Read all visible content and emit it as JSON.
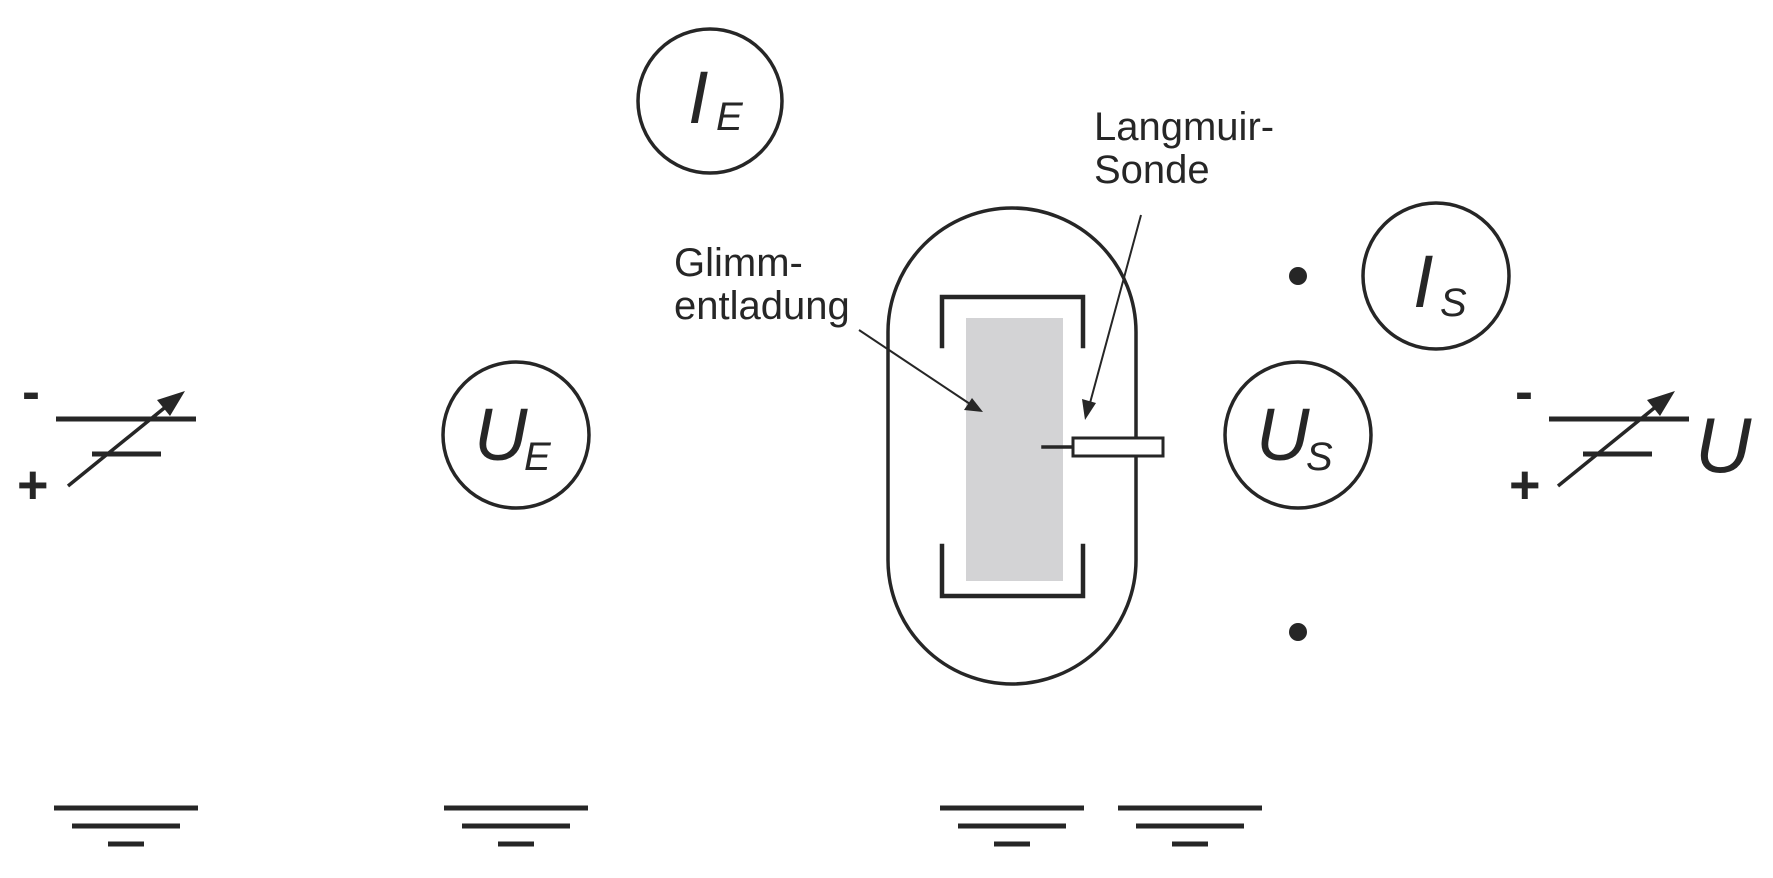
{
  "colors": {
    "line": "#262626",
    "plasma": "#d3d3d5",
    "background": "#ffffff"
  },
  "labels": {
    "probe_line1": "Langmuir-",
    "probe_line2": "Sonde",
    "discharge_line1": "Glimm-",
    "discharge_line2": "entladung"
  },
  "meters": {
    "discharge_current": {
      "main": "I",
      "sub": "E"
    },
    "discharge_voltage": {
      "main": "U",
      "sub": "E"
    },
    "probe_current": {
      "main": "I",
      "sub": "S"
    },
    "probe_voltage": {
      "main": "U",
      "sub": "S"
    }
  },
  "sources": {
    "discharge_supply": {
      "minus": "-",
      "plus": "+"
    },
    "probe_supply": {
      "minus": "-",
      "plus": "+",
      "name": "U"
    }
  }
}
